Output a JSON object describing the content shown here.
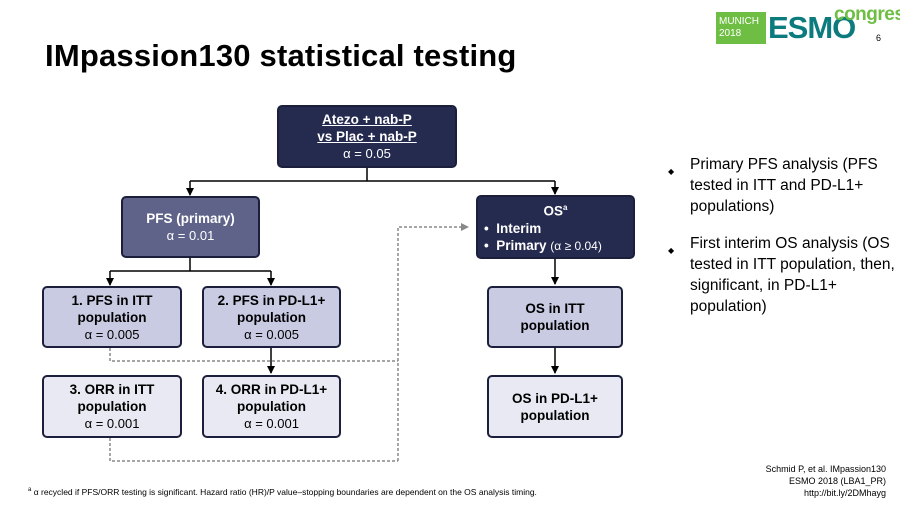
{
  "title": "IMpassion130 statistical testing",
  "page_number": "6",
  "logo": {
    "city_year_line1": "MUNICH",
    "city_year_line2": "2018",
    "esmo": "ESMO",
    "congress": "congress"
  },
  "flow": {
    "top": {
      "line1": "Atezo + nab-P",
      "line2": "vs Plac + nab-P",
      "alpha": "α = 0.05"
    },
    "pfs": {
      "label": "PFS (primary)",
      "alpha": "α = 0.01"
    },
    "os": {
      "label": "OS",
      "sup": "a",
      "item1": "Interim",
      "item2": "Primary",
      "item2_alpha": "(α ≥ 0.04)"
    },
    "pfs_itt": {
      "line1": "1. PFS in ITT",
      "line2": "population",
      "alpha": "α = 0.005"
    },
    "pfs_pdl1": {
      "line1": "2. PFS in PD-L1+",
      "line2": "population",
      "alpha": "α = 0.005"
    },
    "orr_itt": {
      "line1": "3. ORR in ITT",
      "line2": "population",
      "alpha": "α = 0.001"
    },
    "orr_pdl1": {
      "line1": "4. ORR in PD-L1+",
      "line2": "population",
      "alpha": "α = 0.001"
    },
    "os_itt": {
      "line1": "OS in ITT",
      "line2": "population"
    },
    "os_pdl1": {
      "line1": "OS in PD-L1+",
      "line2": "population"
    }
  },
  "bullets": [
    "Primary PFS analysis (PFS tested in ITT and PD-L1+ populations)",
    "First interim OS analysis (OS tested in ITT population, then, if significant, in PD-L1+ population)"
  ],
  "footnote": {
    "sup": "a",
    "text": "α recycled if PFS/ORR testing is significant. Hazard ratio (HR)/P value–stopping boundaries are dependent on the OS analysis timing."
  },
  "citation": {
    "line1": "Schmid P, et al. IMpassion130",
    "line2": "ESMO 2018 (LBA1_PR)",
    "line3": "http://bit.ly/2DMhayg"
  }
}
